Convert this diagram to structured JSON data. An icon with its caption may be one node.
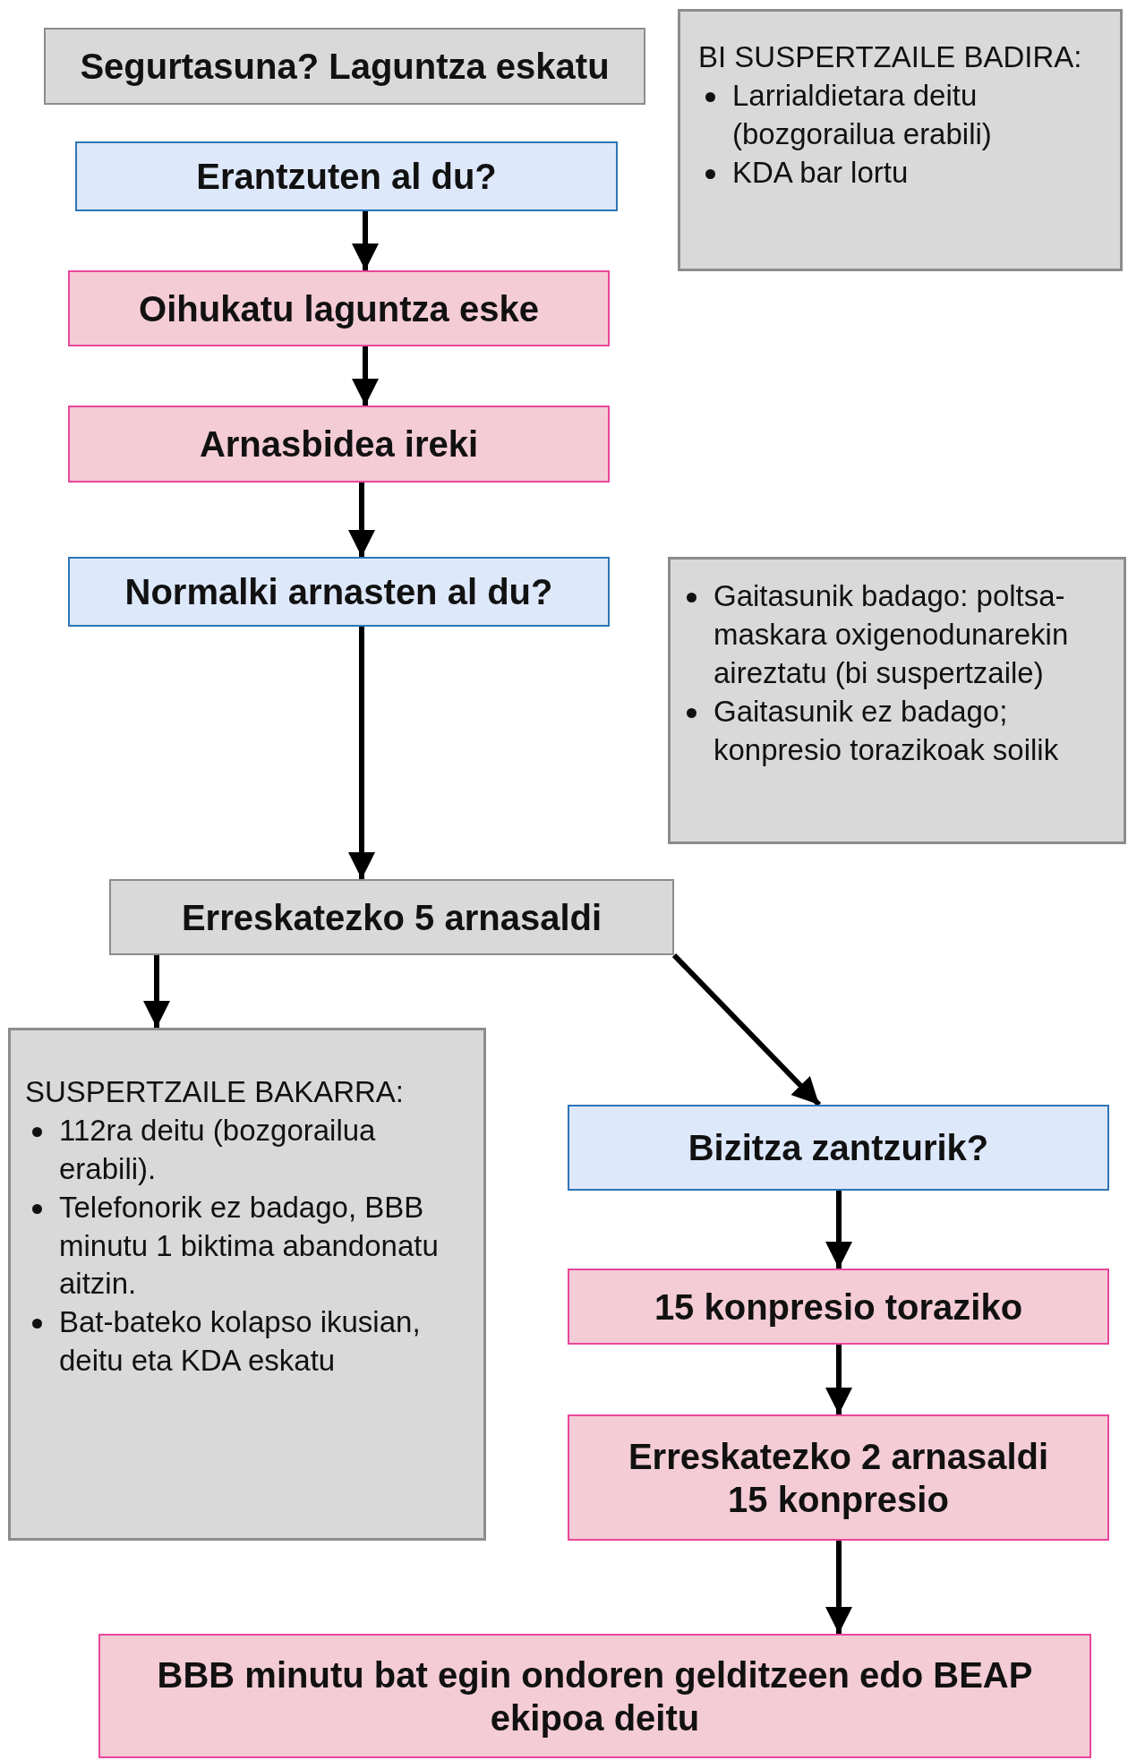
{
  "diagram": {
    "nodes": [
      {
        "text": [
          "Segurtasuna? Laguntza eskatu"
        ]
      },
      {
        "text": [
          "BI SUSPERTZAILE BADIRA:",
          "Larrialdietara deitu (bozgorailua erabili)",
          "KDA bar lortu"
        ]
      },
      {
        "text": [
          "Erantzuten al du?"
        ]
      },
      {
        "text": [
          "Oihukatu laguntza eske"
        ]
      },
      {
        "text": [
          "Arnasbidea ireki"
        ]
      },
      {
        "text": [
          "Normalki arnasten al du?"
        ]
      },
      {
        "text": [
          "Gaitasunik badago: poltsa-maskara oxigenodunarekin aireztatu (bi suspertzaile)",
          "Gaitasunik ez badago; konpresio torazikoak soilik"
        ]
      },
      {
        "text": [
          "Erreskatezko 5 arnasaldi"
        ]
      },
      {
        "text": [
          "SUSPERTZAILE BAKARRA:",
          "112ra deitu (bozgorailua erabili).",
          "Telefonorik ez badago, BBB minutu 1 biktima abandonatu aitzin.",
          "Bat-bateko kolapso ikusian, deitu eta KDA eskatu"
        ]
      },
      {
        "text": [
          "Bizitza zantzurik?"
        ]
      },
      {
        "text": [
          "15 konpresio toraziko"
        ]
      },
      {
        "text": [
          "Erreskatezko 2 arnasaldi",
          "15 konpresio"
        ]
      },
      {
        "text": [
          "BBB minutu bat egin ondoren gelditzeen edo BEAP ekipoa deitu"
        ]
      }
    ],
    "edges": [
      {
        "from": 2,
        "to": 3,
        "arrow": "to"
      },
      {
        "from": 3,
        "to": 4,
        "arrow": "to"
      },
      {
        "from": 4,
        "to": 5,
        "arrow": "to"
      },
      {
        "from": 5,
        "to": 7,
        "arrow": "to"
      },
      {
        "from": 7,
        "to": 8,
        "arrow": "to"
      },
      {
        "from": 7,
        "to": 9,
        "arrow": "to"
      },
      {
        "from": 9,
        "to": 10,
        "arrow": "to"
      },
      {
        "from": 10,
        "to": 11,
        "arrow": "to"
      },
      {
        "from": 11,
        "to": 12,
        "arrow": "to"
      }
    ]
  }
}
